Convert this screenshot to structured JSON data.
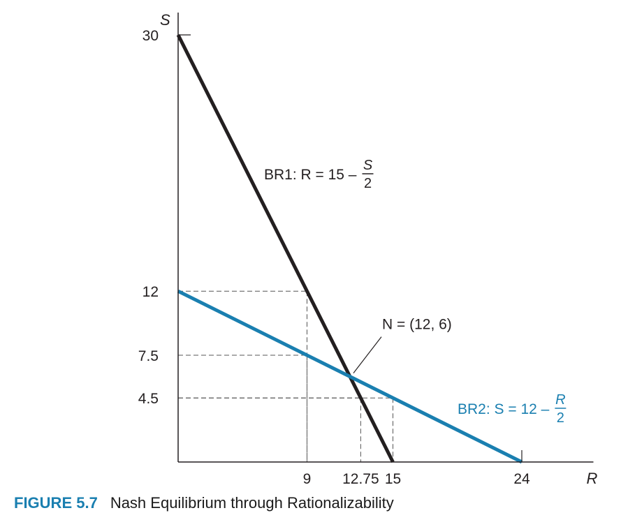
{
  "chart_data": {
    "type": "line",
    "xlabel": "R",
    "ylabel": "S",
    "xlim": [
      0,
      29
    ],
    "ylim": [
      0,
      30
    ],
    "x_ticks": [
      "9",
      "12.75",
      "15",
      "24"
    ],
    "y_ticks": [
      "30",
      "12",
      "7.5",
      "4.5"
    ],
    "colors": {
      "br1": "#231f20",
      "br2": "#1a7fb0",
      "guide": "#555555",
      "caption_accent": "#1a7fb0"
    },
    "series": [
      {
        "name": "BR1",
        "points": [
          [
            0,
            30
          ],
          [
            15,
            0
          ]
        ],
        "label_prefix": "BR1: R = 15 –",
        "label_frac_num": "S",
        "label_frac_den": "2"
      },
      {
        "name": "BR2",
        "points": [
          [
            0,
            12
          ],
          [
            24,
            0
          ]
        ],
        "label_prefix": "BR2: S = 12 –",
        "label_frac_num": "R",
        "label_frac_den": "2"
      }
    ],
    "guides": [
      {
        "x": 9,
        "y": 12
      },
      {
        "x": 9,
        "y": 7.5
      },
      {
        "x": 12.75,
        "y": 4.5
      },
      {
        "x": 15,
        "y": 4.5
      }
    ],
    "annotations": [
      {
        "text": "N = (12, 6)",
        "point": [
          12,
          6
        ]
      }
    ]
  },
  "caption": {
    "figure": "FIGURE 5.7",
    "title": "Nash Equilibrium through Rationalizability"
  }
}
